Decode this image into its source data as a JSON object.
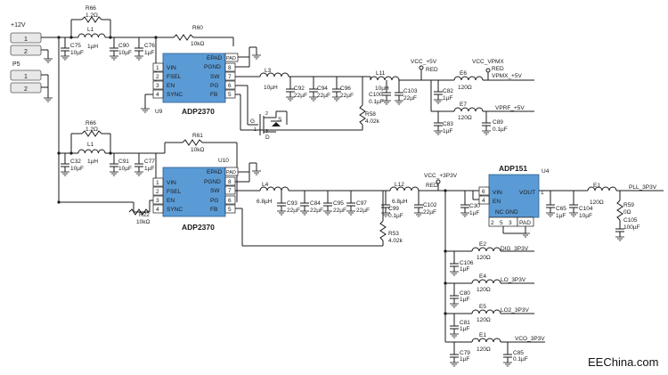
{
  "rails": {
    "input": "+12V",
    "connector": "P5",
    "vcc5": "VCC_+5V",
    "red1": "RED",
    "vcc_vpmx": "VCC_VPMX",
    "red2": "RED",
    "vpmx": "VPMX_+5V",
    "vprf": "VPRF_+5V",
    "vcc3v3": "VCC_+3P3V",
    "red3": "RED",
    "pll": "PLL_3P3V",
    "dig": "DIG_3P3V",
    "lo": "LO_3P3V",
    "lo2": "LO2_3P3V",
    "vco": "VCO_3P3V"
  },
  "u9": {
    "ref": "U9",
    "name": "ADP2370",
    "pins_left": [
      "VIN",
      "FSEL",
      "EN",
      "SYNC"
    ],
    "pins_left_num": [
      "1",
      "2",
      "3",
      "4"
    ],
    "pins_right": [
      "EPAD",
      "PGND",
      "SW",
      "PG",
      "FB"
    ],
    "pins_right_num": [
      "PAD",
      "8",
      "7",
      "6",
      "5"
    ]
  },
  "u10": {
    "ref": "U10",
    "name": "ADP2370",
    "pins_left": [
      "VIN",
      "FSEL",
      "EN",
      "SYNC"
    ],
    "pins_left_num": [
      "1",
      "2",
      "3",
      "4"
    ],
    "pins_right": [
      "EPAD",
      "PGND",
      "SW",
      "PG",
      "FB"
    ],
    "pins_right_num": [
      "PAD",
      "8",
      "7",
      "6",
      "5"
    ]
  },
  "u4": {
    "ref": "U4",
    "name": "ADP151",
    "vin": "VIN",
    "en": "EN",
    "vout": "VOUT",
    "nc": "NC GND",
    "pad": "PAD",
    "pin6": "6",
    "pin4": "4",
    "pin1": "1",
    "bottom_nums": [
      "2",
      "5",
      "3"
    ]
  },
  "components": {
    "r66a": "R66",
    "r66a_v": "1.2Ω",
    "l1a": "L1",
    "l1a_v": "1µH",
    "r60": "R60",
    "r60_v": "10kΩ",
    "c75": "C75",
    "c75_v": "10µF",
    "c90": "C90",
    "c90_v": "10µF",
    "c76": "C76",
    "c76_v": "1µF",
    "l3": "L3",
    "l3_v": "10µH",
    "c92": "C92",
    "c92_v": "22µF",
    "c94": "C94",
    "c94_v": "22µF",
    "c96": "C96",
    "c96_v": "22µF",
    "l11": "L11",
    "l11_v": "10µH",
    "c100": "C100",
    "c100_v": "0.1µF",
    "c103": "C103",
    "c103_v": "22µF",
    "r58": "R58",
    "r58_v": "4.02k",
    "e6": "E6",
    "e6_v": "120Ω",
    "c82": "C82",
    "c82_v": "1µF",
    "e7": "E7",
    "e7_v": "120Ω",
    "c83": "C83",
    "c83_v": "1µF",
    "c89": "C89",
    "c89_v": "0.1µF",
    "r66b": "R66",
    "r66b_v": "1.2Ω",
    "l1b": "L1",
    "l1b_v": "1µH",
    "r61": "R61",
    "r61_v": "10kΩ",
    "c32": "C32",
    "c32_v": "10µF",
    "c91": "C91",
    "c91_v": "10µF",
    "c77": "C77",
    "c77_v": "1µF",
    "r22": "R22",
    "r22_v": "10kΩ",
    "l4": "L4",
    "l4_v": "6.8µH",
    "c93": "C93",
    "c93_v": "22µF",
    "c84": "C84",
    "c84_v": "22µF",
    "c95": "C95",
    "c95_v": "22µF",
    "c97": "C97",
    "c97_v": "22µF",
    "l12": "L12",
    "l12_v": "6.8µH",
    "c99": "C99",
    "c99_v": "0.1µF",
    "c102": "C102",
    "c102_v": "22µF",
    "r53": "R53",
    "r53_v": "4.02k",
    "c30": "C30",
    "c30_v": "1µF",
    "c65": "C65",
    "c65_v": "1µF",
    "c104": "C104",
    "c104_v": "10µF",
    "e1a": "E1",
    "e1a_v": "120Ω",
    "r59": "R59",
    "r59_v": "0Ω",
    "c105": "C105",
    "c105_v": "100µF",
    "e2": "E2",
    "e2_v": "120Ω",
    "c106": "C106",
    "c106_v": "1µF",
    "e4": "E4",
    "e4_v": "120Ω",
    "c80": "C80",
    "c80_v": "1µF",
    "e5": "E5",
    "e5_v": "120Ω",
    "c81": "C81",
    "c81_v": "1µF",
    "e1b": "E1",
    "e1b_v": "120Ω",
    "c79": "C79",
    "c79_v": "1µF",
    "c85": "C85",
    "c85_v": "0.1µF"
  },
  "mosfet": {
    "g": "G",
    "s": "S",
    "d": "D",
    "n1": "1",
    "n2": "2",
    "n3": "3"
  },
  "connector_pins": [
    "1",
    "2",
    "1",
    "2"
  ],
  "watermark": "EEChina.com"
}
